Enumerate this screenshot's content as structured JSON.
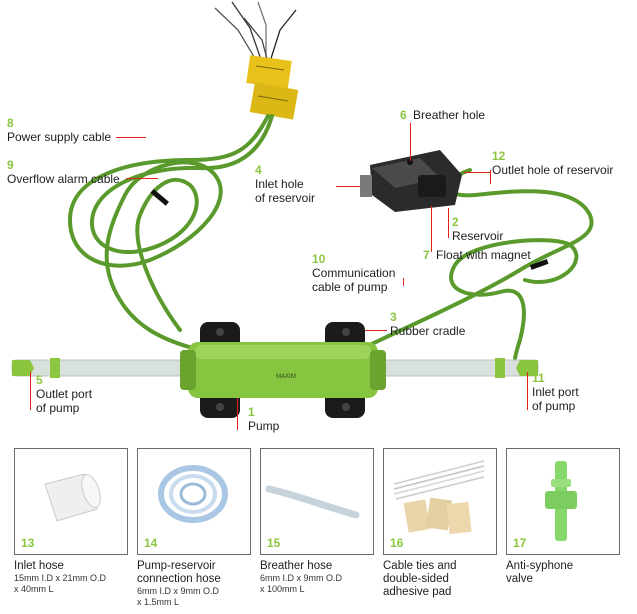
{
  "callouts": {
    "c8": {
      "num": "8",
      "label": "Power supply cable"
    },
    "c9": {
      "num": "9",
      "label": "Overflow alarm cable"
    },
    "c4": {
      "num": "4",
      "line1": "Inlet hole",
      "line2": "of reservoir"
    },
    "c6": {
      "num": "6",
      "label": "Breather hole"
    },
    "c12": {
      "num": "12",
      "label": "Outlet hole of reservoir"
    },
    "c2": {
      "num": "2",
      "label": "Reservoir"
    },
    "c7": {
      "num": "7",
      "label": "Float with magnet"
    },
    "c10": {
      "num": "10",
      "line1": "Communication",
      "line2": "cable of pump"
    },
    "c3": {
      "num": "3",
      "label": "Rubber cradle"
    },
    "c5": {
      "num": "5",
      "line1": "Outlet port",
      "line2": "of pump"
    },
    "c1": {
      "num": "1",
      "label": "Pump"
    },
    "c11": {
      "num": "11",
      "line1": "Inlet port",
      "line2": "of pump"
    }
  },
  "accessories": [
    {
      "num": "13",
      "name": [
        "Inlet hose"
      ],
      "spec": [
        "15mm I.D x 21mm O.D",
        "x 40mm L"
      ]
    },
    {
      "num": "14",
      "name": [
        "Pump-reservoir",
        "connection hose"
      ],
      "spec": [
        "6mm I.D x 9mm O.D",
        "x 1.5mm L"
      ]
    },
    {
      "num": "15",
      "name": [
        "Breather hose"
      ],
      "spec": [
        "6mm I.D x 9mm O.D",
        "x 100mm L"
      ]
    },
    {
      "num": "16",
      "name": [
        "Cable ties and",
        "double-sided",
        "adhesive pad"
      ],
      "spec": []
    },
    {
      "num": "17",
      "name": [
        "Anti-syphone",
        "valve"
      ],
      "spec": []
    }
  ],
  "colors": {
    "accent_green": "#8cc63f",
    "leader_red": "#e2231a",
    "cable_green": "#5a9a2c",
    "pump_green": "#86c540",
    "tag_yellow": "#e8c21a"
  },
  "device": {
    "brand_text": "MAXIM"
  }
}
